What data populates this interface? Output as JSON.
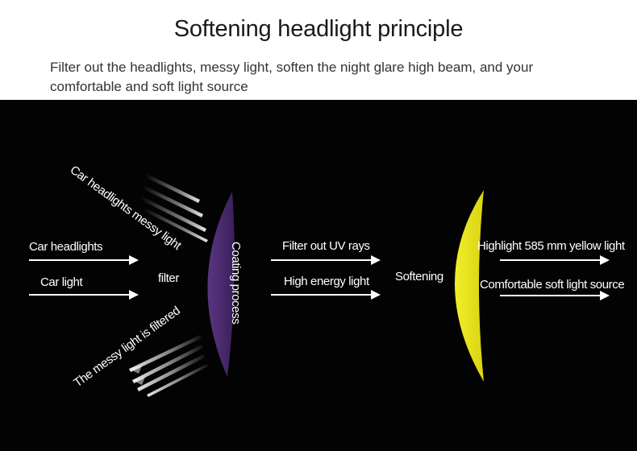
{
  "header": {
    "title": "Softening headlight principle",
    "subtitle": "Filter out the headlights, messy light, soften the night glare high beam, and your comfortable and soft light source"
  },
  "diagram": {
    "labels": {
      "messy_light_in": "Car headlights messy light",
      "car_headlights": "Car headlights",
      "car_light": "Car light",
      "filter": "filter",
      "messy_filtered": "The messy light is filtered",
      "coating": "Coating process",
      "uv_rays": "Filter out UV rays",
      "high_energy": "High energy light",
      "softening": "Softening",
      "yellow_light": "Highlight 585 mm yellow light",
      "soft_source": "Comfortable soft light source"
    },
    "colors": {
      "background": "#030303",
      "coating_lens": "#4a2a6e",
      "softening_lens": "#e6e21e",
      "arrow": "#ffffff"
    }
  }
}
